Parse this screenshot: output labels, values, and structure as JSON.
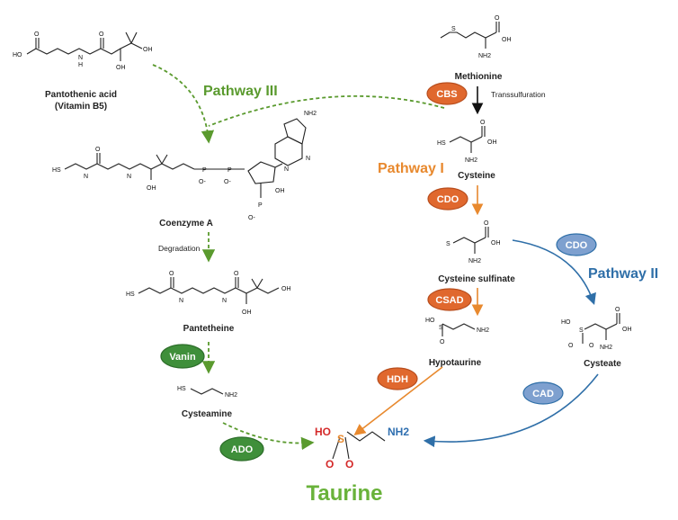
{
  "colors": {
    "pathway_I": "#e8892e",
    "pathway_II": "#2f6fa8",
    "pathway_III": "#5a9a2e",
    "taurine": "#69b23a",
    "enzyme_orange": "#e0682e",
    "enzyme_blue": "#7ea0cf",
    "enzyme_green": "#3f8f3a",
    "sulfur": "#e8892e",
    "oxygen": "#d42a2a",
    "nitrogen": "#2f6fb0"
  },
  "compounds": {
    "pantothenic_acid": "Pantothenic acid",
    "vitamin_b5": "(Vitamin B5)",
    "coenzyme_a": "Coenzyme A",
    "pantetheine": "Pantetheine",
    "cysteamine": "Cysteamine",
    "methionine": "Methionine",
    "cysteine": "Cysteine",
    "cysteine_sulfinate": "Cysteine sulfinate",
    "hypotaurine": "Hypotaurine",
    "cysteate": "Cysteate",
    "taurine": "Taurine"
  },
  "pathways": {
    "p1": "Pathway I",
    "p2": "Pathway II",
    "p3": "Pathway III"
  },
  "steps": {
    "transsulfuration": "Transsulfuration",
    "degradation": "Degradation"
  },
  "enzymes": {
    "cbs": "CBS",
    "cdo_1": "CDO",
    "cdo_2": "CDO",
    "csad": "CSAD",
    "hdh": "HDH",
    "cad": "CAD",
    "vanin": "Vanin",
    "ado": "ADO"
  },
  "atoms": {
    "ho": "HO",
    "oh": "OH",
    "o": "O",
    "n": "N",
    "h": "H",
    "s": "S",
    "p": "P",
    "nh2": "NH2",
    "o_minus": "O-",
    "hs": "HS"
  }
}
